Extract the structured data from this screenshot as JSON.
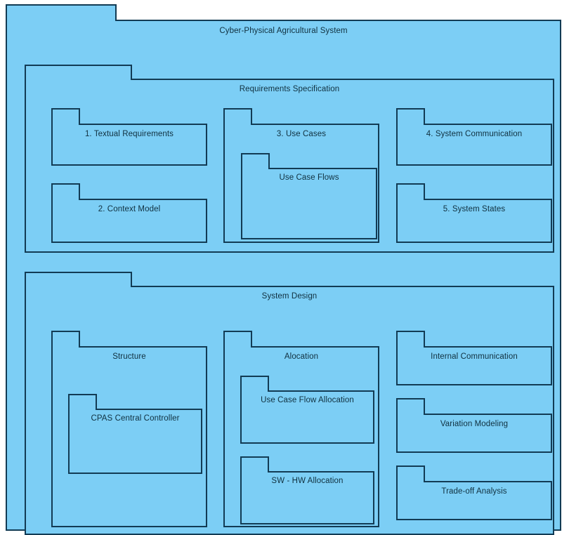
{
  "diagram": {
    "type": "uml-package-diagram",
    "fill_color": "#7ccef5",
    "border_color": "#123b54",
    "text_color": "#10303f",
    "background_color": "#ffffff",
    "root": {
      "title": "Cyber-Physical Agricultural System",
      "sections": [
        {
          "title": "Requirements Specification",
          "packages": [
            {
              "title": "1. Textual Requirements",
              "children": []
            },
            {
              "title": "2. Context Model",
              "children": []
            },
            {
              "title": "3. Use Cases",
              "children": [
                {
                  "title": "Use Case Flows"
                }
              ]
            },
            {
              "title": "4. System Communication",
              "children": []
            },
            {
              "title": "5. System States",
              "children": []
            }
          ]
        },
        {
          "title": "System Design",
          "packages": [
            {
              "title": "Structure",
              "children": [
                {
                  "title": "CPAS Central Controller"
                }
              ]
            },
            {
              "title": "Alocation",
              "children": [
                {
                  "title": "Use Case Flow Allocation"
                },
                {
                  "title": "SW - HW Allocation"
                }
              ]
            },
            {
              "title": "Internal Communication",
              "children": []
            },
            {
              "title": "Variation Modeling",
              "children": []
            },
            {
              "title": "Trade-off Analysis",
              "children": []
            }
          ]
        }
      ]
    }
  }
}
